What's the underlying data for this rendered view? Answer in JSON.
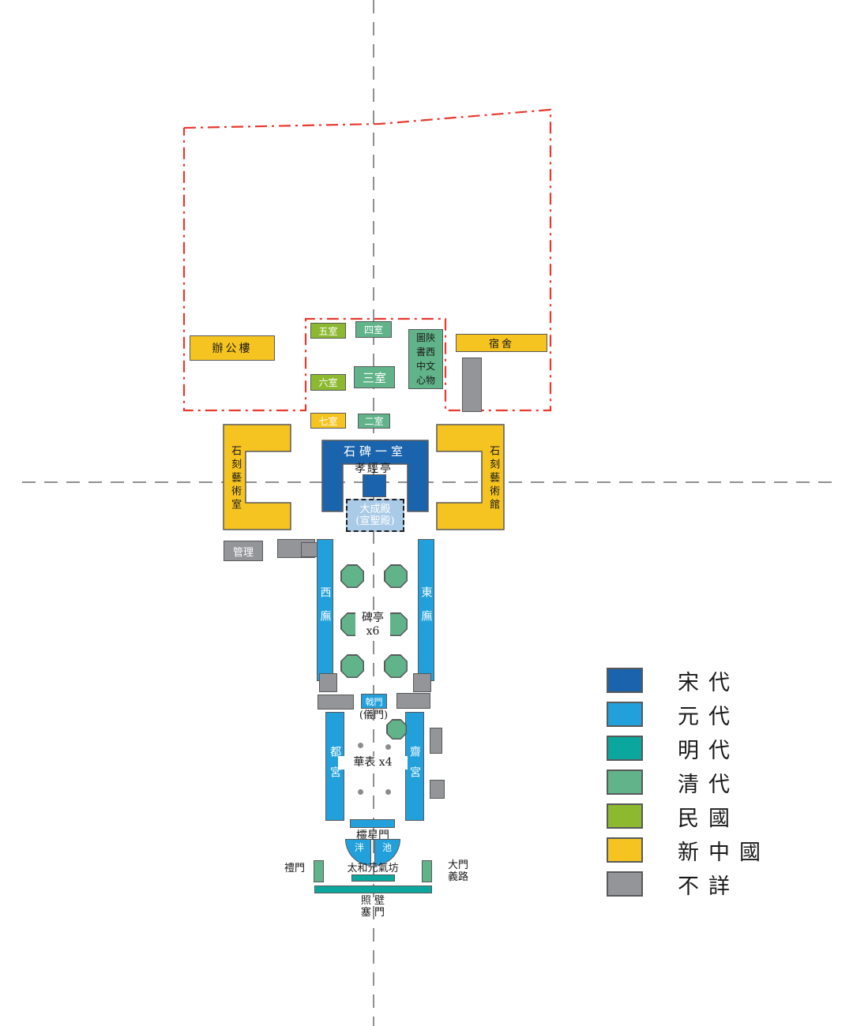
{
  "legend": {
    "items": [
      {
        "key": "song",
        "label": "宋代",
        "color": "#1A63AD"
      },
      {
        "key": "yuan",
        "label": "元代",
        "color": "#22A0DB"
      },
      {
        "key": "ming",
        "label": "明代",
        "color": "#0BA69D"
      },
      {
        "key": "qing",
        "label": "清代",
        "color": "#61B389"
      },
      {
        "key": "minguo",
        "label": "民國",
        "color": "#8CB92F"
      },
      {
        "key": "xin",
        "label": "新中國",
        "color": "#F6C421"
      },
      {
        "key": "unknown",
        "label": "不詳",
        "color": "#939598"
      }
    ]
  },
  "map": {
    "north": {
      "office": "辦公樓",
      "dorm": "宿舍",
      "room5": "五室",
      "room4": "四室",
      "room3": "三室",
      "room6": "六室",
      "room7": "七室",
      "room2": "二室",
      "library": "圖陝\n書西\n中文\n心物"
    },
    "central": {
      "stele_room_1": "石碑一室",
      "xiaojing_pavilion": "孝經亭",
      "dacheng_hall": "大成殿\n(宣聖殿)",
      "stone_art_room": "石刻藝術室",
      "stone_art_gallery": "石刻藝術館",
      "management": "管理"
    },
    "courtyard_north": {
      "west_wing": "西廡",
      "east_wing": "東廡",
      "stele_pavilions": "碑亭\nx6"
    },
    "middle_gate": {
      "ji_gate": "戟門",
      "yi_gate": "(儀門)"
    },
    "courtyard_south": {
      "du_gong": "都宮",
      "zhai_gong": "齋宮",
      "huabiao": "華表 x4"
    },
    "south": {
      "lingxing_gate": "欞星門",
      "pan_left": "泮",
      "pan_right": "池",
      "taihe_archway": "太和元氣坊",
      "li_gate": "禮門",
      "main_gate": "大門\n義路",
      "screen_wall": "照 壁\n塞 門"
    }
  }
}
